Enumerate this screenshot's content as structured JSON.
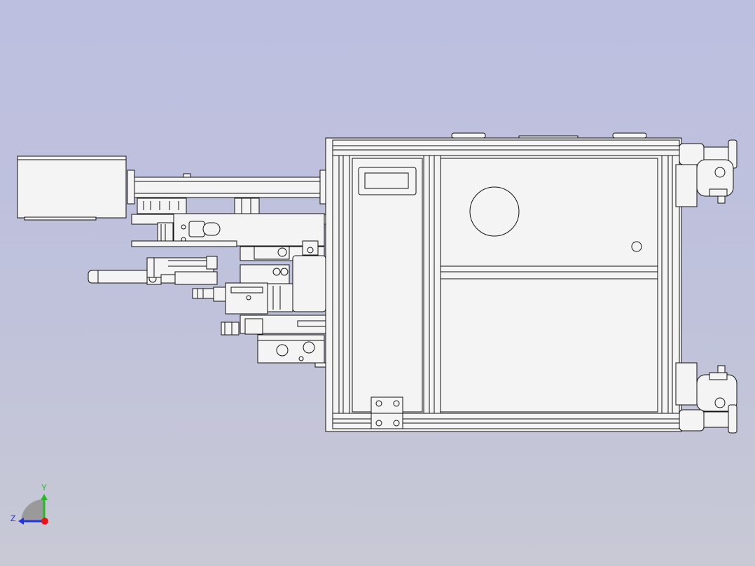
{
  "view": {
    "type": "cad-orthographic-view",
    "background_top": "#bcbfe0",
    "background_bottom": "#c8c9d4",
    "line_color": "#111111",
    "part_fill": "#f4f4f4"
  },
  "triad": {
    "y_label": "Y",
    "z_label": "Z",
    "y_color": "#22bb22",
    "z_color": "#2233dd",
    "x_color": "#ee1111"
  }
}
